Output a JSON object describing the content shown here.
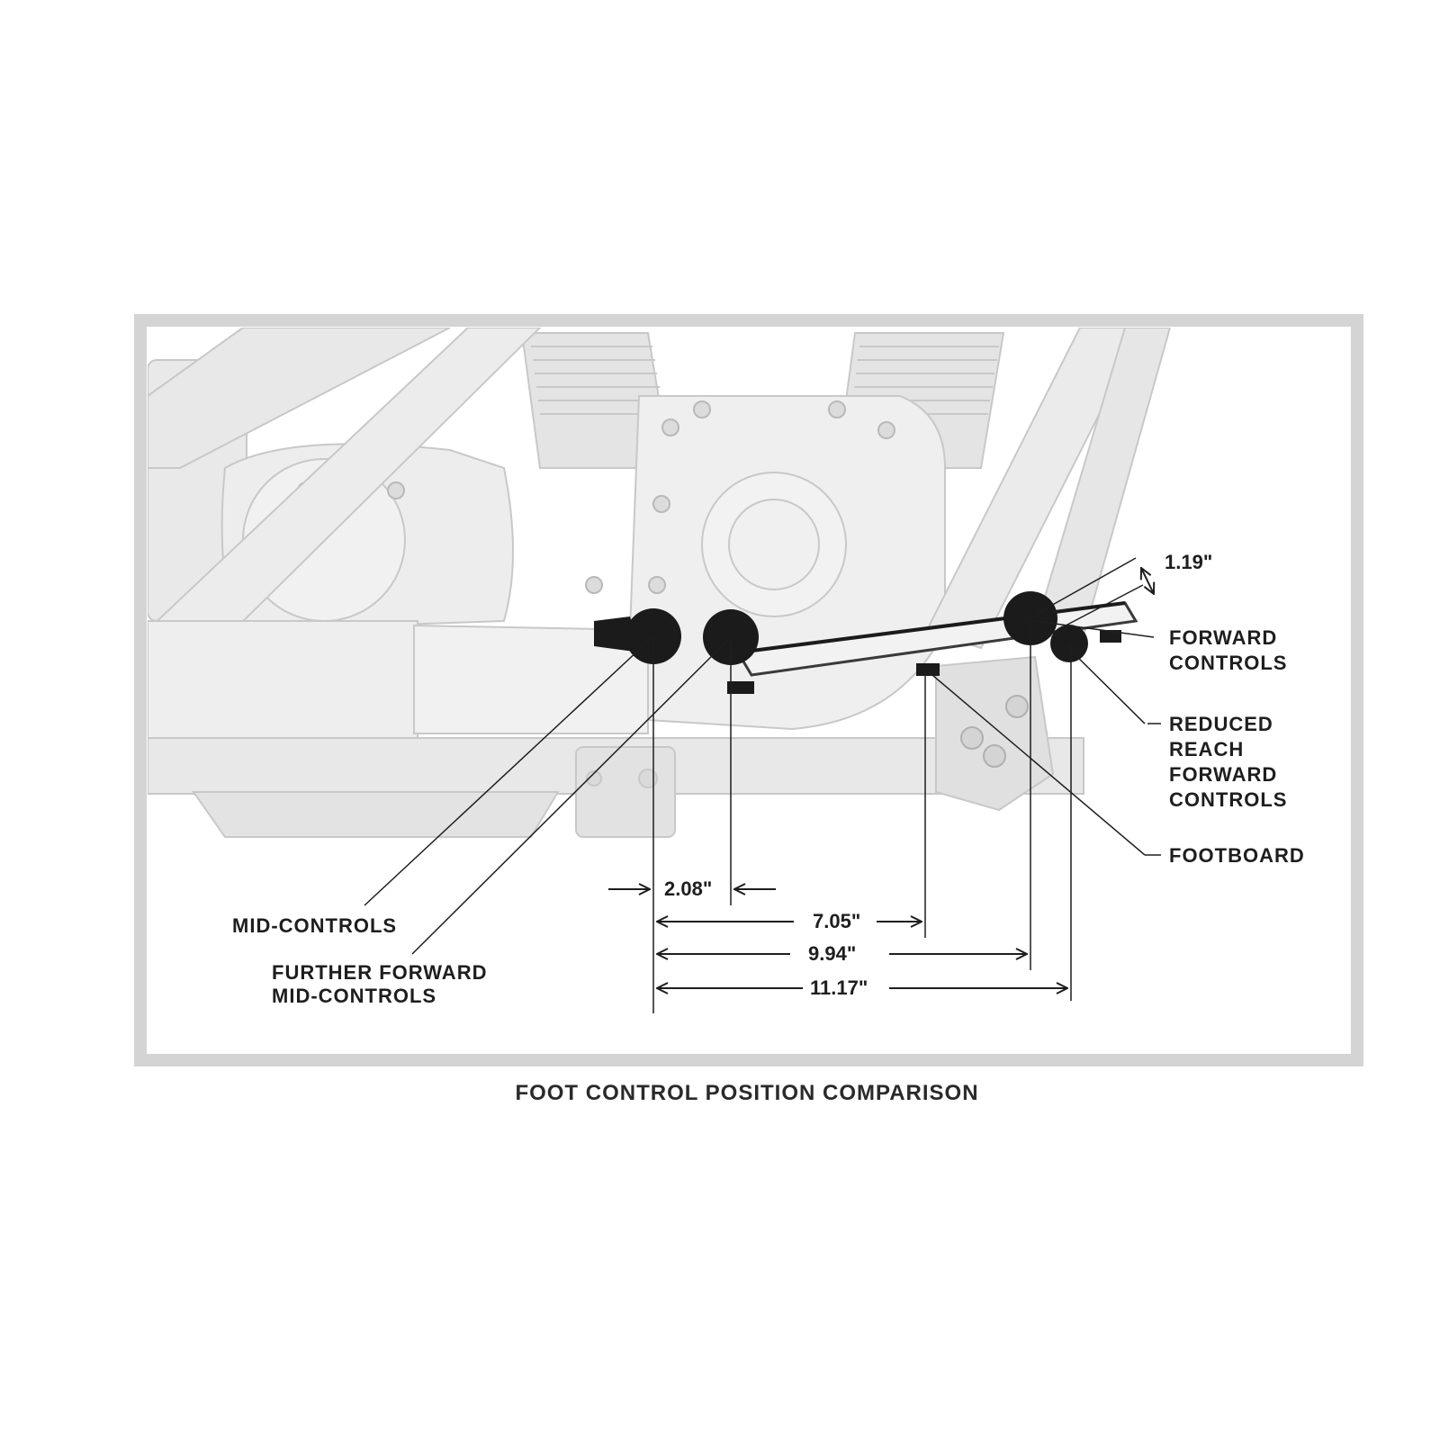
{
  "labels": {
    "mid_controls": "MID-CONTROLS",
    "further_forward_mid_controls": [
      "FURTHER FORWARD",
      "MID-CONTROLS"
    ],
    "forward_controls": [
      "FORWARD",
      "CONTROLS"
    ],
    "reduced_reach_forward_controls": [
      "REDUCED",
      "REACH",
      "FORWARD",
      "CONTROLS"
    ],
    "footboard": "FOOTBOARD"
  },
  "dimensions": {
    "d_2_08": "2.08\"",
    "d_7_05": "7.05\"",
    "d_9_94": "9.94\"",
    "d_11_17": "11.17\"",
    "d_1_19": "1.19\""
  },
  "caption": "FOOT CONTROL POSITION COMPARISON",
  "colors": {
    "frame_border": "#d4d4d4",
    "engine_fill": "#ececec",
    "engine_stroke": "#c6c6c6",
    "peg_fill": "#1b1b1b",
    "line": "#1e1e1e"
  }
}
